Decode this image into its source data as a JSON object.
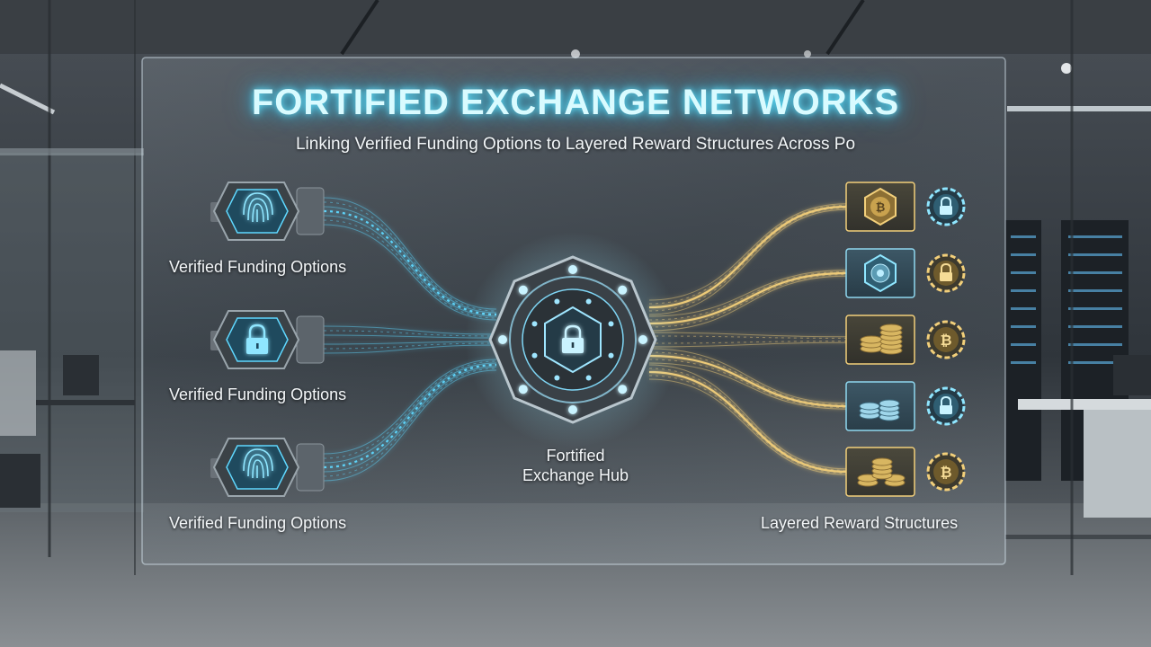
{
  "header": {
    "title": "FORTIFIED EXCHANGE NETWORKS",
    "subtitle": "Linking Verified Funding Options to Layered Reward Structures Across Po"
  },
  "left_nodes": [
    {
      "label": "Verified Funding Options",
      "icon": "fingerprint-icon"
    },
    {
      "label": "Verified Funding Options",
      "icon": "lock-icon"
    },
    {
      "label": "Verified Funding Options",
      "icon": "fingerprint-icon"
    }
  ],
  "hub": {
    "label_line1": "Fortified",
    "label_line2": "Exchange Hub",
    "icon": "lock-icon"
  },
  "right_nodes": [
    {
      "tile_icon": "bitcoin-coin-icon",
      "badge_icon": "lock-badge-icon"
    },
    {
      "tile_icon": "shield-coin-icon",
      "badge_icon": "lock-badge-icon"
    },
    {
      "tile_icon": "coin-stack-icon",
      "badge_icon": "bitcoin-badge-icon"
    },
    {
      "tile_icon": "coin-stack-icon",
      "badge_icon": "lock-badge-icon"
    },
    {
      "tile_icon": "coin-stack-icon",
      "badge_icon": "bitcoin-badge-icon"
    }
  ],
  "right_label": "Layered Reward Structures",
  "colors": {
    "glow_blue": "#5fd8ff",
    "glow_gold": "#f2cf7a",
    "panel_glass": "#9fb4c2"
  }
}
